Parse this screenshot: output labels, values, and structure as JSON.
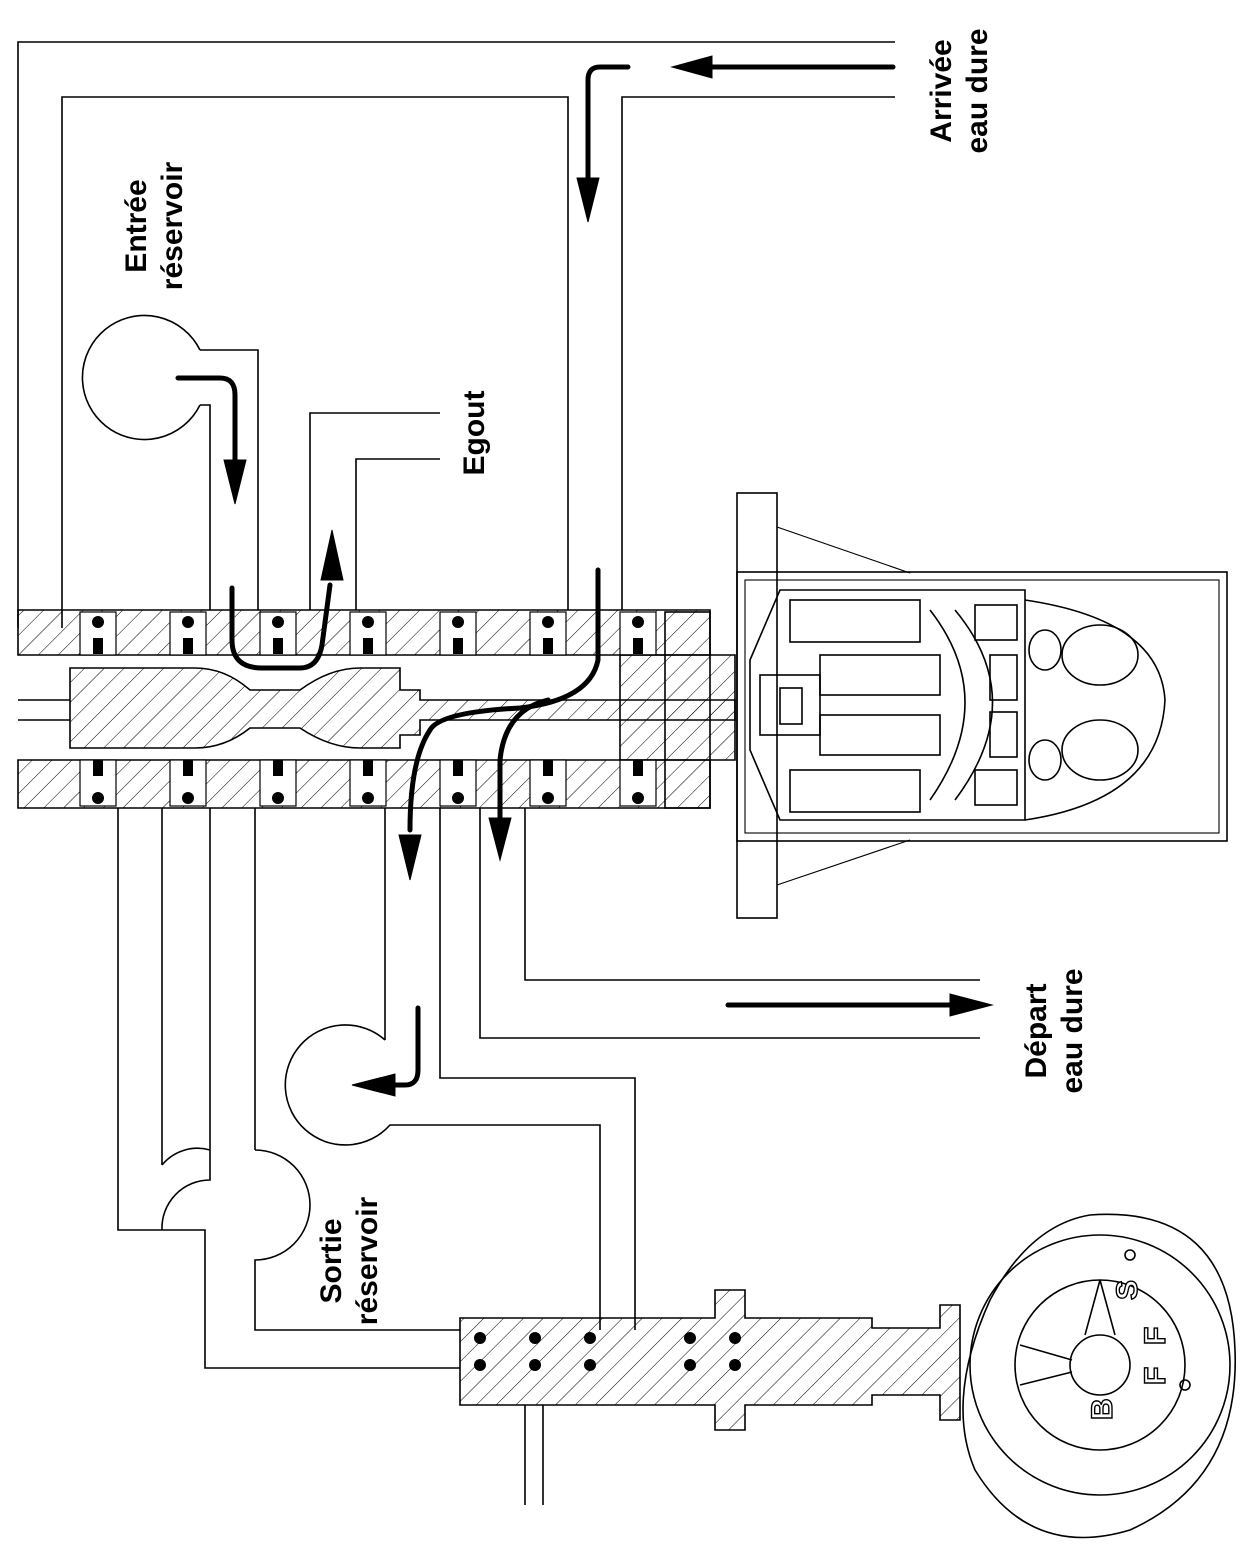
{
  "labels": {
    "arrivee": [
      "Arrivée",
      "eau dure"
    ],
    "entree": [
      "Entrée",
      "réservoir"
    ],
    "egout": [
      "Egout"
    ],
    "depart": [
      "Départ",
      "eau dure"
    ],
    "sortie": [
      "Sortie",
      "réservoir"
    ]
  },
  "dial_letters": [
    "S",
    "F",
    "F",
    "B"
  ],
  "colors": {
    "line": "#000000",
    "background": "#ffffff"
  }
}
